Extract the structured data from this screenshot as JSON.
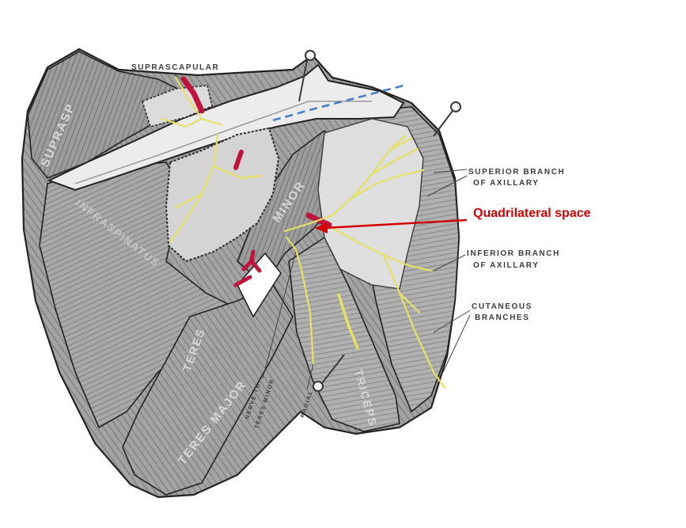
{
  "labels": {
    "suprascapular": "SUPRASCAPULAR",
    "superior_branch_line1": "SUPERIOR BRANCH",
    "superior_branch_line2": "OF AXILLARY",
    "inferior_branch_line1": "INFERIOR BRANCH",
    "inferior_branch_line2": "OF AXILLARY",
    "cutaneous_line1": "CUTANEOUS",
    "cutaneous_line2": "BRANCHES",
    "quadrilateral_space": "Quadrilateral space",
    "nerve_to_teres_minor_line1": "NERVE TO",
    "nerve_to_teres_minor_line2": "TERES MINOR",
    "radial": "RADIAL"
  },
  "muscle_labels": {
    "supraspinatus": "SUPRASP",
    "infraspinatus": "INFRASPINATUS",
    "teres_minor_upper": "MINOR",
    "teres_major_a": "TERES",
    "teres_major_b": "TERES MAJOR",
    "triceps": "TRICEPS"
  },
  "colors": {
    "artery": "#c0143c",
    "nerve": "#e6e064",
    "pointer": "#d40000",
    "annotation_dashes": "#4a7ec8",
    "muscle_fill": "#9a9a9a",
    "muscle_dark": "#6e6e6e",
    "bone_fill": "#e8e8e8"
  }
}
